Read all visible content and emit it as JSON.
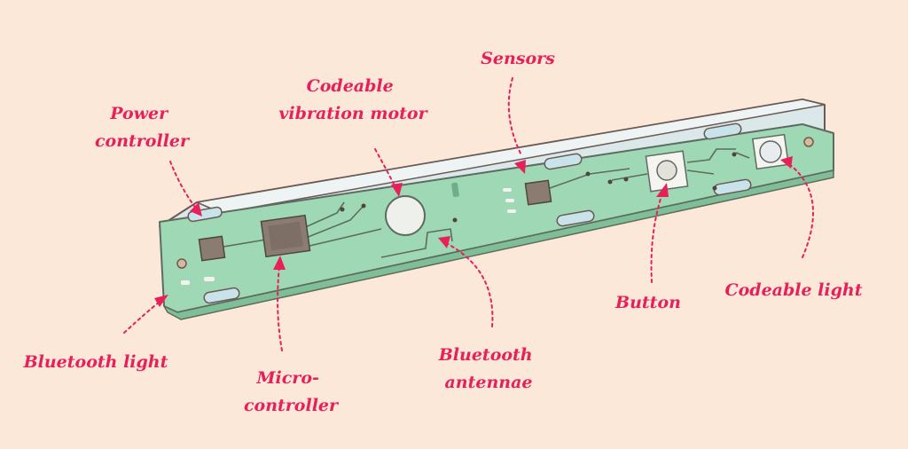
{
  "colors": {
    "background": "#fbe8d8",
    "accent": "#e8205a",
    "board": "#9fd8b4",
    "case": "#e2ecec",
    "chip": "#8b7c72"
  },
  "labels": {
    "power_controller": [
      "Power",
      "controller"
    ],
    "vibration_motor": [
      "Codeable",
      "vibration motor"
    ],
    "sensors": [
      "Sensors"
    ],
    "bluetooth_light": [
      "Bluetooth light"
    ],
    "microcontroller": [
      "Micro-",
      "controller"
    ],
    "bluetooth_antennae": [
      "Bluetooth",
      "antennae"
    ],
    "button": [
      "Button"
    ],
    "codeable_light": [
      "Codeable light"
    ]
  }
}
